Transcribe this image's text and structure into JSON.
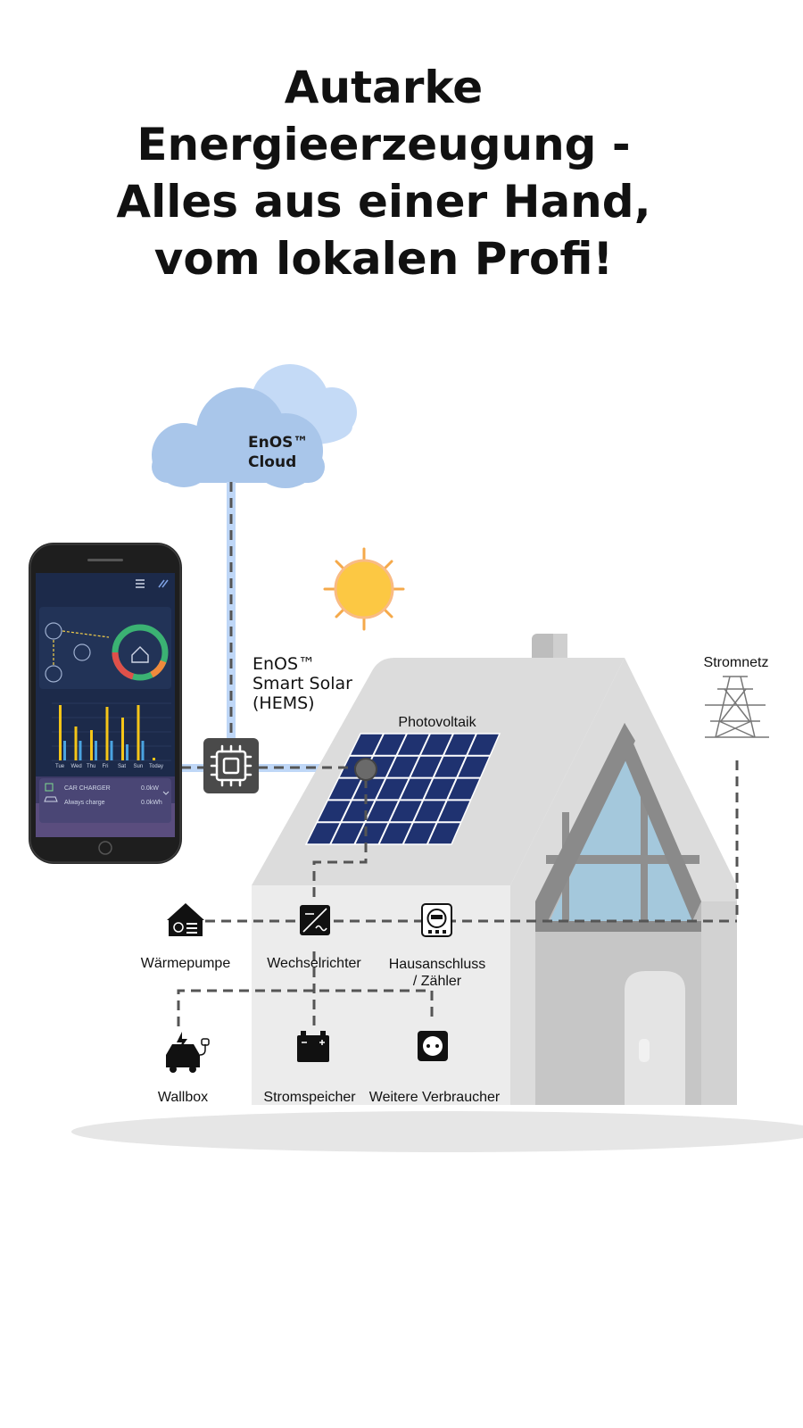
{
  "headline": {
    "line1": "Autarke",
    "line2": "Energieerzeugung -",
    "line3": "Alles aus einer Hand,",
    "line4": "vom lokalen Profi!"
  },
  "cloud": {
    "line1": "EnOS™",
    "line2": "Cloud",
    "color_front": "#a9c6ea",
    "color_back": "#c4daf6"
  },
  "hems": {
    "line1": "EnOS™",
    "line2": "Smart Solar",
    "line3": "(HEMS)"
  },
  "labels": {
    "photovoltaik": "Photovoltaik",
    "stromnetz": "Stromnetz",
    "waermepumpe": "Wärmepumpe",
    "wechselrichter": "Wechselrichter",
    "hausanschluss_line1": "Hausanschluss",
    "hausanschluss_line2": "/ Zähler",
    "wallbox": "Wallbox",
    "stromspeicher": "Stromspeicher",
    "weitere": "Weitere Verbraucher"
  },
  "phone_app": {
    "car_charger": "CAR CHARGER",
    "always_charge": "Always charge",
    "power_reading": "0.0kW",
    "energy_reading": "0.0kWh",
    "chart_days": [
      "Tue",
      "Wed",
      "Thu",
      "Fri",
      "Sat",
      "Sun",
      "Today"
    ]
  },
  "icons": [
    "chip-icon",
    "sun-icon",
    "cloud-icon",
    "pylon-icon",
    "heat-pump-icon",
    "inverter-icon",
    "meter-icon",
    "wallbox-car-icon",
    "battery-icon",
    "socket-icon",
    "home-icon"
  ],
  "colors": {
    "accent_sun": "#fcc843",
    "sun_ray": "#f5a94a",
    "link_blue": "#bfd7f7",
    "dash": "#555555",
    "house_wall": "#dcdcdc",
    "solar_panel": "#1f3270"
  }
}
